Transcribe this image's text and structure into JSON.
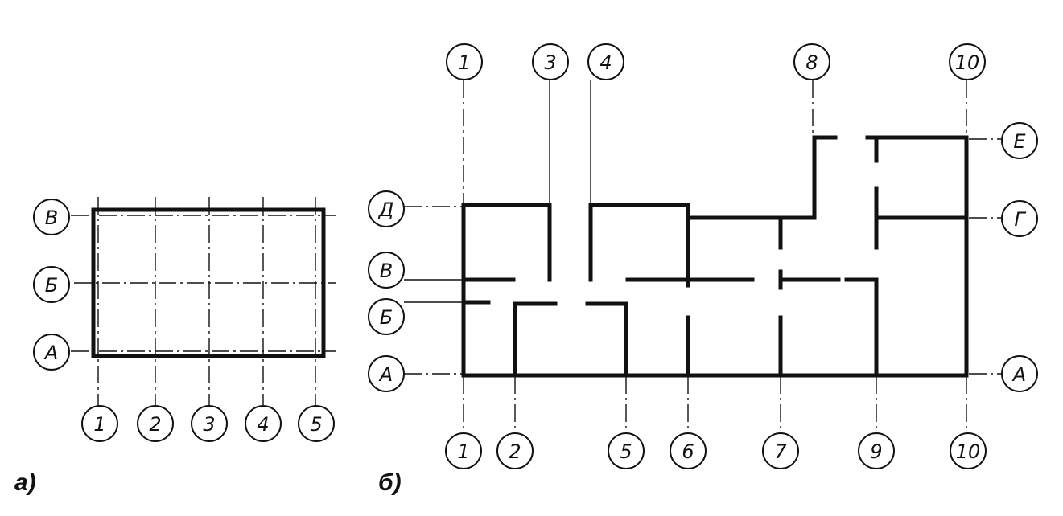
{
  "diagram_a": {
    "caption": "а)",
    "column_axes": [
      "1",
      "2",
      "3",
      "4",
      "5"
    ],
    "row_axes": [
      "В",
      "Б",
      "А"
    ]
  },
  "diagram_b": {
    "caption": "б)",
    "top_axes": [
      "1",
      "3",
      "4",
      "8",
      "10"
    ],
    "bottom_axes": [
      "1",
      "2",
      "5",
      "6",
      "7",
      "9",
      "10"
    ],
    "left_axes": [
      "Д",
      "В",
      "Б",
      "А"
    ],
    "right_axes": [
      "Е",
      "Г",
      "А"
    ]
  }
}
